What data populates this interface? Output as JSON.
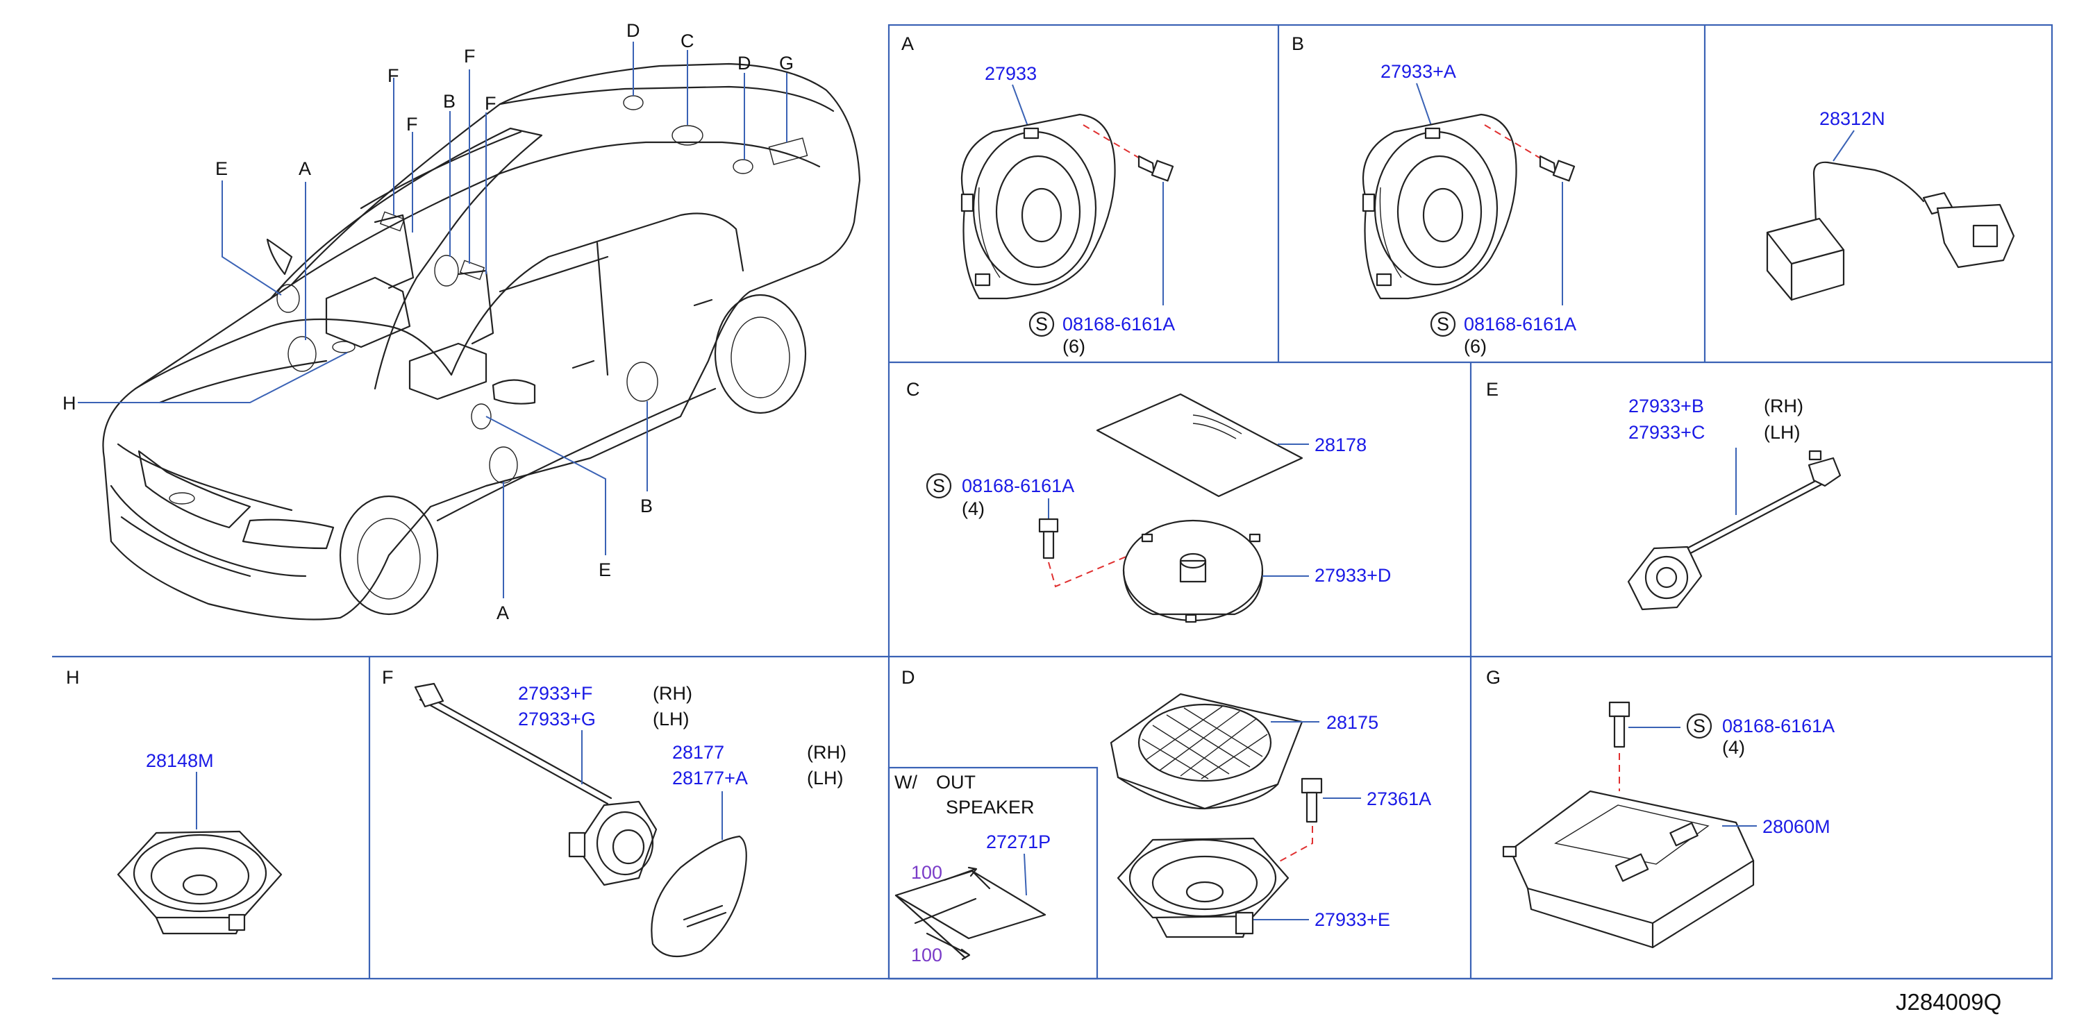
{
  "reference_code": "J284009Q",
  "vehicle_callouts": {
    "d1": "D",
    "c": "C",
    "d2": "D",
    "g": "G",
    "f1": "F",
    "f2": "F",
    "f3": "F",
    "f4": "F",
    "b1": "B",
    "e1": "E",
    "a1": "A",
    "h": "H",
    "b2": "B",
    "e2": "E",
    "a2": "A"
  },
  "panels": {
    "A": {
      "letter": "A",
      "speaker": "27933",
      "screw_symbol": "S",
      "screw": "08168-6161A",
      "qty": "(6)"
    },
    "B": {
      "letter": "B",
      "speaker": "27933+A",
      "screw_symbol": "S",
      "screw": "08168-6161A",
      "qty": "(6)"
    },
    "N": {
      "unit": "28312N"
    },
    "C": {
      "letter": "C",
      "cover": "28178",
      "screw_symbol": "S",
      "screw": "08168-6161A",
      "qty": "(4)",
      "speaker": "27933+D"
    },
    "E": {
      "letter": "E",
      "rh_part": "27933+B",
      "rh": "(RH)",
      "lh_part": "27933+C",
      "lh": "(LH)"
    },
    "H": {
      "letter": "H",
      "speaker": "28148M"
    },
    "F": {
      "letter": "F",
      "rh_part": "27933+F",
      "rh": "(RH)",
      "lh_part": "27933+G",
      "lh": "(LH)",
      "cover_rh": "28177",
      "cover_rh_side": "(RH)",
      "cover_lh": "28177+A",
      "cover_lh_side": "(LH)"
    },
    "D": {
      "letter": "D",
      "grille": "28175",
      "bolt": "27361A",
      "speaker": "27933+E",
      "inset_w": "W/",
      "inset_out": "OUT",
      "inset_speaker": "SPEAKER",
      "inset_part": "27271P",
      "dim1": "100",
      "dim2": "100"
    },
    "G": {
      "letter": "G",
      "screw_symbol": "S",
      "screw": "08168-6161A",
      "qty": "(4)",
      "amp": "28060M"
    }
  },
  "colors": {
    "part_number": "#1a1ae6",
    "leader": "#3a62b5",
    "dimension": "#7a3cc8",
    "guide_dash": "#e03030"
  }
}
